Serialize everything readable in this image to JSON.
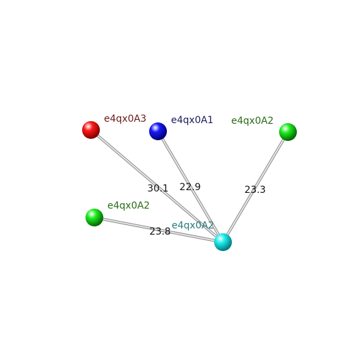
{
  "colors": {
    "red": "#ee0000",
    "blue": "#0000dd",
    "green": "#00dd00",
    "cyan": "#00e5ee",
    "label_red": "#6b1a1a",
    "label_blue": "#1a1a5a",
    "label_green": "#2a6a1a",
    "label_cyan": "#2a7a7a",
    "edge": "#bbbbbb"
  },
  "nodes": [
    {
      "id": "n_red",
      "label": "e4qx0A3",
      "color": "red",
      "label_color": "label_red"
    },
    {
      "id": "n_blue",
      "label": "e4qx0A1",
      "color": "blue",
      "label_color": "label_blue"
    },
    {
      "id": "n_green_top",
      "label": "e4qx0A2",
      "color": "green",
      "label_color": "label_green"
    },
    {
      "id": "n_green_left",
      "label": "e4qx0A2",
      "color": "green",
      "label_color": "label_green"
    },
    {
      "id": "n_center",
      "label": "e4qx0A2",
      "color": "cyan",
      "label_color": "label_cyan"
    }
  ],
  "edges": [
    {
      "from": "n_red",
      "to": "n_center",
      "label": "30.1"
    },
    {
      "from": "n_blue",
      "to": "n_center",
      "label": "22.9"
    },
    {
      "from": "n_green_top",
      "to": "n_center",
      "label": "23.3"
    },
    {
      "from": "n_green_left",
      "to": "n_center",
      "label": "23.8"
    }
  ]
}
